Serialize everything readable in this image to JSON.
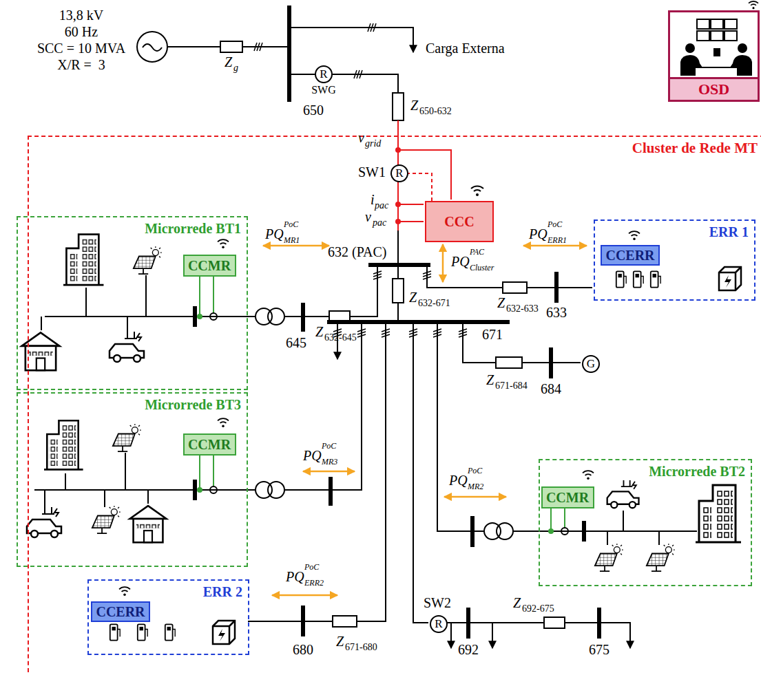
{
  "diagram": {
    "nodes": [
      {
        "text": [
          "R"
        ]
      },
      {
        "text": [
          "OSD"
        ]
      },
      {
        "text": [
          "Cluster de Rede MT"
        ]
      },
      {
        "text": [
          "R"
        ],
        "in": 2
      },
      {
        "text": [
          "CCC"
        ],
        "in": 2
      },
      {
        "text": [
          "Microrrede BT1"
        ],
        "in": 2
      },
      {
        "text": [
          "CCMR"
        ],
        "in": 5
      },
      {
        "text": [
          "ERR 1"
        ],
        "in": 2
      },
      {
        "text": [
          "CCERR"
        ],
        "in": 7
      },
      {
        "text": [
          "G"
        ],
        "in": 2
      },
      {
        "text": [
          "Microrrede BT3"
        ],
        "in": 2
      },
      {
        "text": [
          "CCMR"
        ],
        "in": 10
      },
      {
        "text": [
          "Microrrede BT2"
        ],
        "in": 2
      },
      {
        "text": [
          "CCMR"
        ],
        "in": 12
      },
      {
        "text": [
          "ERR 2"
        ],
        "in": 2
      },
      {
        "text": [
          "CCERR"
        ],
        "in": 14
      },
      {
        "text": [
          "R"
        ],
        "in": 2
      }
    ],
    "edges": [
      {
        "from": 4,
        "to": 3,
        "arrow": "none"
      }
    ],
    "labels": [
      "13,8 kV",
      "60 Hz",
      "SCC = 10 MVA",
      "X/R =  3",
      "Z",
      "g",
      "650",
      "Carga Externa",
      "SWG",
      "Z",
      "650-632",
      "v",
      "grid",
      "SW1",
      "i",
      "pac",
      "v",
      "pac",
      "632 (PAC)",
      "PQ",
      "PAC",
      "Cluster",
      "PQ",
      "PoC",
      "MR1",
      "Z",
      "632-645",
      "645",
      "PQ",
      "PoC",
      "ERR1",
      "Z",
      "632-633",
      "633",
      "Z",
      "632-671",
      "671",
      "Z",
      "671-684",
      "684",
      "PQ",
      "PoC",
      "MR3",
      "PQ",
      "PoC",
      "MR2",
      "PQ",
      "PoC",
      "ERR2",
      "Z",
      "671-680",
      "680",
      "SW2",
      "692",
      "Z",
      "692-675",
      "675"
    ]
  }
}
